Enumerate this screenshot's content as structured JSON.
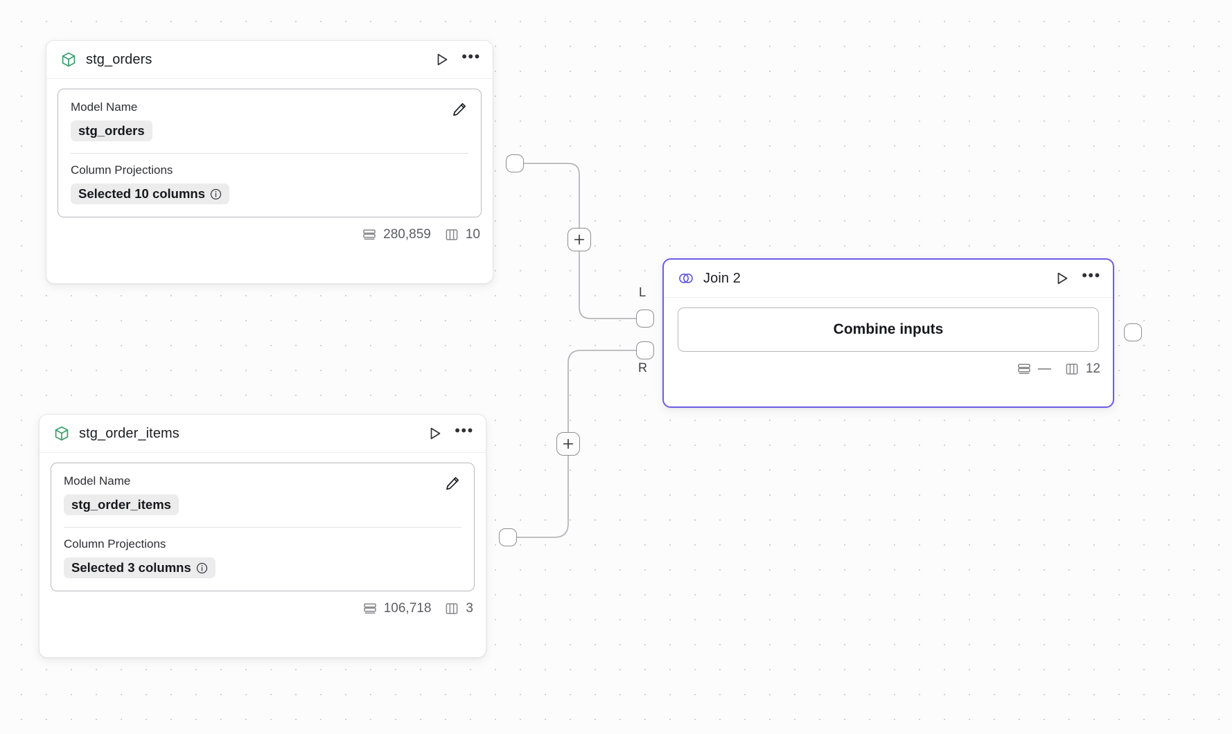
{
  "canvas": {
    "background": "#fcfcfc",
    "grid_dot_color": "#d2d2d6",
    "accent_color": "#6c5ce7",
    "model_icon_color": "#3a9e6e"
  },
  "nodes": [
    {
      "id": "stg_orders",
      "title": "stg_orders",
      "icon": "cube-icon",
      "type": "model",
      "fields": {
        "model_name_label": "Model Name",
        "model_name_value": "stg_orders",
        "column_projections_label": "Column Projections",
        "column_projections_value": "Selected 10 columns"
      },
      "footer": {
        "rows": "280,859",
        "columns": "10"
      }
    },
    {
      "id": "stg_order_items",
      "title": "stg_order_items",
      "icon": "cube-icon",
      "type": "model",
      "fields": {
        "model_name_label": "Model Name",
        "model_name_value": "stg_order_items",
        "column_projections_label": "Column Projections",
        "column_projections_value": "Selected 3 columns"
      },
      "footer": {
        "rows": "106,718",
        "columns": "3"
      }
    },
    {
      "id": "join_2",
      "title": "Join 2",
      "icon": "venn-icon",
      "type": "join",
      "selected": true,
      "body": {
        "combine_label": "Combine inputs"
      },
      "footer": {
        "rows": "—",
        "columns": "12"
      },
      "input_ports": [
        {
          "label": "L"
        },
        {
          "label": "R"
        }
      ]
    }
  ],
  "edges": {
    "add_button_label": "+"
  },
  "icons": {
    "run": "play-icon",
    "more": "more-options-icon",
    "edit": "pencil-icon",
    "info": "info-icon",
    "rows": "rows-icon",
    "columns": "columns-icon"
  }
}
